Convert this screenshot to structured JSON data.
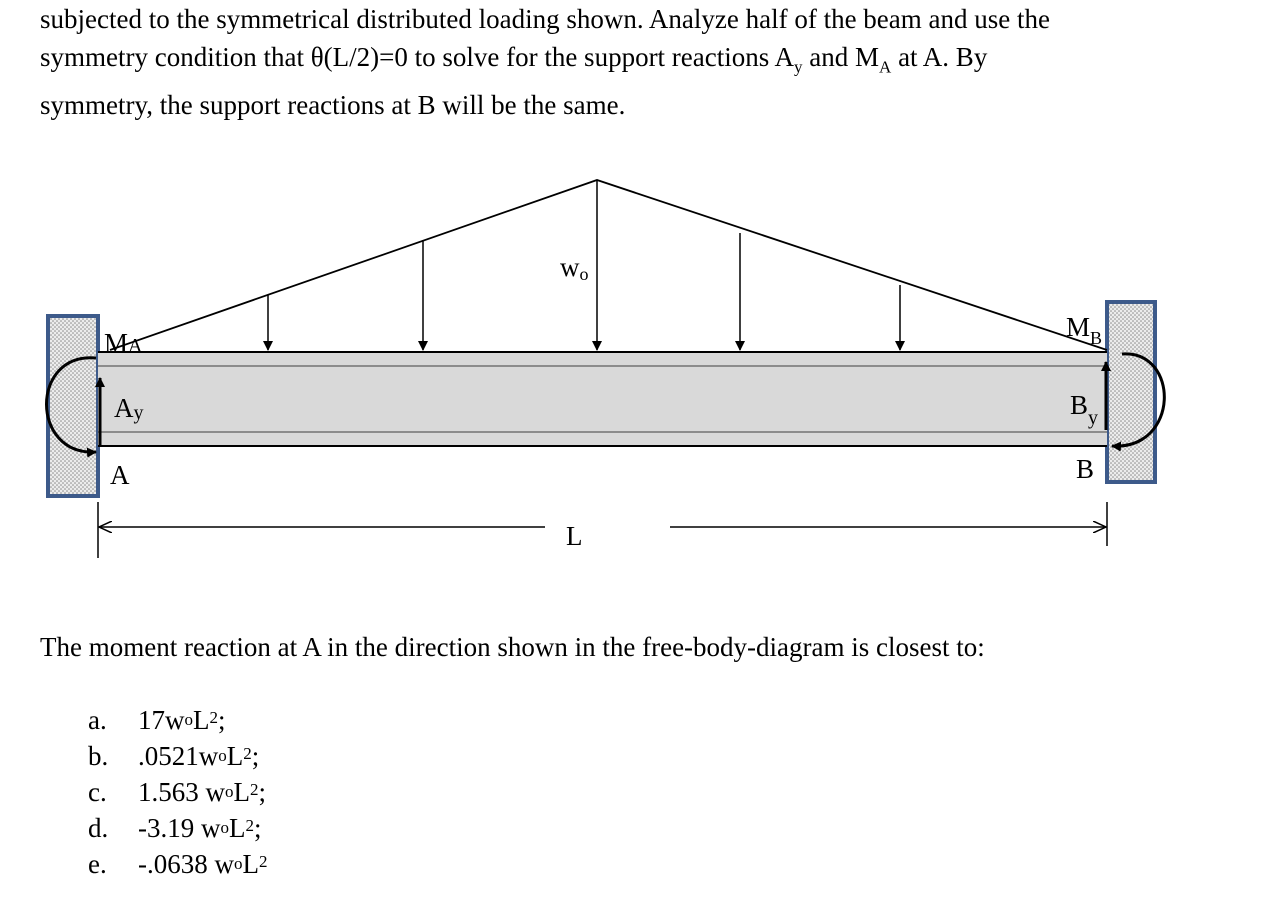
{
  "intro": {
    "line1": "subjected to the symmetrical distributed loading shown.   Analyze half of the beam and use the",
    "line2_a": "symmetry condition that θ(L/2)=0 to solve for the support reactions A",
    "line2_sub1": "y",
    "line2_b": " and M",
    "line2_sub2": "A",
    "line2_c": " at A.  By",
    "line3": "symmetry, the support reactions at B will be the same."
  },
  "diagram": {
    "load_label_main": "w",
    "load_label_sub": "o",
    "ma_main": "M",
    "ma_sub": "A",
    "mb_main": "M",
    "mb_sub": "B",
    "ay_main": "A",
    "ay_sub": "y",
    "by_main": "B",
    "by_sub": "y",
    "point_a": "A",
    "point_b": "B",
    "span": "L",
    "colors": {
      "beam_fill": "#d9d9d9",
      "wall_border": "#3d5a8a",
      "wall_fill": "#e0e0e0"
    }
  },
  "question": "The moment reaction at A in the direction shown in the free-body-diagram is closest to:",
  "choices": [
    {
      "letter": "a.",
      "pre": "17w",
      "sub": "o",
      "mid": "L",
      "sup": "2",
      "post": ";"
    },
    {
      "letter": "b.",
      "pre": ".0521w",
      "sub": "o",
      "mid": "L",
      "sup": "2",
      "post": ";"
    },
    {
      "letter": "c.",
      "pre": "1.563 w",
      "sub": "o",
      "mid": "L",
      "sup": "2",
      "post": ";"
    },
    {
      "letter": "d.",
      "pre": "-3.19 w",
      "sub": "o",
      "mid": "L",
      "sup": "2",
      "post": ";"
    },
    {
      "letter": "e.",
      "pre": "-.0638 w",
      "sub": "o",
      "mid": "L",
      "sup": "2",
      "post": ""
    }
  ]
}
